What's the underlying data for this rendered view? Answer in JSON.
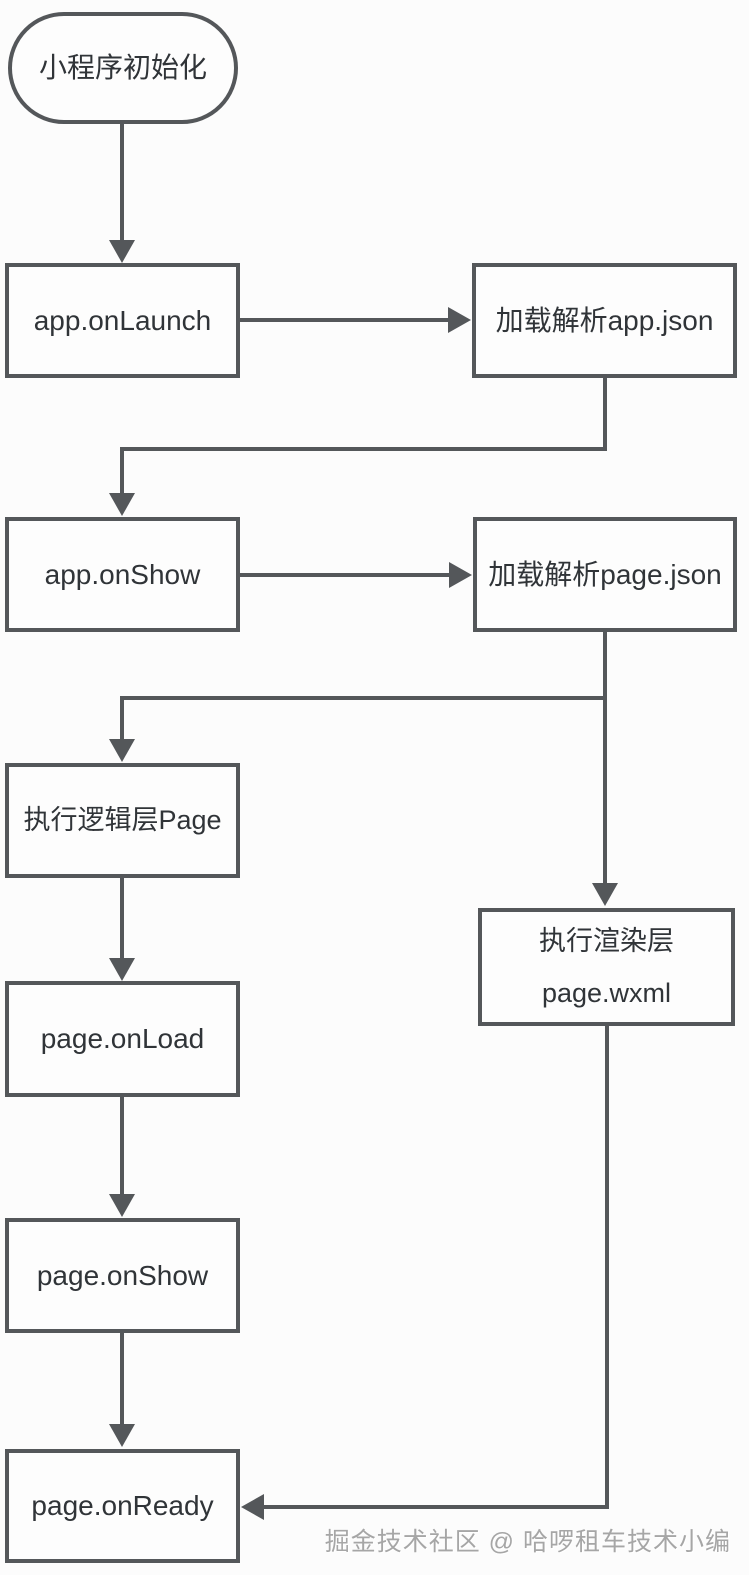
{
  "diagram": {
    "type": "flowchart",
    "subject": "WeChat mini-program initialization lifecycle"
  },
  "nodes": {
    "start": {
      "label": "小程序初始化",
      "shape": "stadium"
    },
    "app_onlaunch": {
      "label": "app.onLaunch",
      "shape": "rect"
    },
    "load_app_json": {
      "label": "加载解析app.json",
      "shape": "rect"
    },
    "app_onshow": {
      "label": "app.onShow",
      "shape": "rect"
    },
    "load_page_json": {
      "label": "加载解析page.json",
      "shape": "rect"
    },
    "exec_logic_page": {
      "label": "执行逻辑层Page",
      "shape": "rect"
    },
    "exec_render_layer": {
      "label_line1": "执行渲染层",
      "label_line2": "page.wxml",
      "shape": "rect"
    },
    "page_onload": {
      "label": "page.onLoad",
      "shape": "rect"
    },
    "page_onshow": {
      "label": "page.onShow",
      "shape": "rect"
    },
    "page_onready": {
      "label": "page.onReady",
      "shape": "rect"
    }
  },
  "edges": [
    {
      "from": "start",
      "to": "app_onlaunch"
    },
    {
      "from": "app_onlaunch",
      "to": "load_app_json"
    },
    {
      "from": "load_app_json",
      "to": "app_onshow"
    },
    {
      "from": "app_onshow",
      "to": "load_page_json"
    },
    {
      "from": "load_page_json",
      "to": "exec_logic_page"
    },
    {
      "from": "load_page_json",
      "to": "exec_render_layer"
    },
    {
      "from": "exec_logic_page",
      "to": "page_onload"
    },
    {
      "from": "page_onload",
      "to": "page_onshow"
    },
    {
      "from": "page_onshow",
      "to": "page_onready"
    },
    {
      "from": "exec_render_layer",
      "to": "page_onready"
    }
  ],
  "watermark": {
    "text": "掘金技术社区 @ 哈啰租车技术小编"
  },
  "colors": {
    "line": "#54575a",
    "text": "#303438",
    "background": "#fcfcfc",
    "node_background": "#fdfdfd",
    "watermark": "#a6a6a6"
  }
}
